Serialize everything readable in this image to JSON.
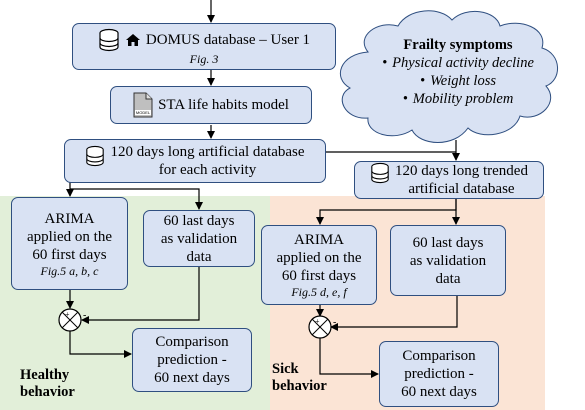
{
  "domus_box": {
    "title": "DOMUS database – User 1",
    "ref": "Fig. 3",
    "icon": "house-icon"
  },
  "sta_box": {
    "label": "STA life habits model",
    "icon": "document-icon",
    "icon_caption": "MODEL"
  },
  "artificial_db": {
    "line1": "120 days long artificial database",
    "line2": "for each activity"
  },
  "trended_db": {
    "line1": "120 days long trended",
    "line2": "artificial database"
  },
  "frailty_cloud": {
    "title": "Frailty symptoms",
    "items": [
      "Physical activity decline",
      "Weight loss",
      "Mobility problem"
    ]
  },
  "healthy_branch": {
    "arima": {
      "lines": [
        "ARIMA",
        "applied on the",
        "60 first days"
      ],
      "ref": "Fig.5 a, b, c"
    },
    "validation": {
      "lines": [
        "60 last days",
        "as validation",
        "data"
      ]
    },
    "comparison": {
      "lines": [
        "Comparison",
        "prediction -",
        "60 next days"
      ]
    },
    "label_lines": [
      "Healthy",
      "behavior"
    ],
    "color": "#e2efd9"
  },
  "sick_branch": {
    "arima": {
      "lines": [
        "ARIMA",
        "applied on the",
        "60 first days"
      ],
      "ref": "Fig.5 d, e, f"
    },
    "validation": {
      "lines": [
        "60 last days",
        "as validation",
        "data"
      ]
    },
    "comparison": {
      "lines": [
        "Comparison",
        "prediction -",
        "60 next days"
      ]
    },
    "label_lines": [
      "Sick",
      "behavior"
    ],
    "color": "#fbe4d5"
  },
  "comparator_signs": {
    "plus": "+",
    "minus": "-"
  },
  "colors": {
    "box_fill": "#d9e2f3",
    "box_border": "#2f4f80",
    "cloud_fill": "#d9e2f3"
  }
}
